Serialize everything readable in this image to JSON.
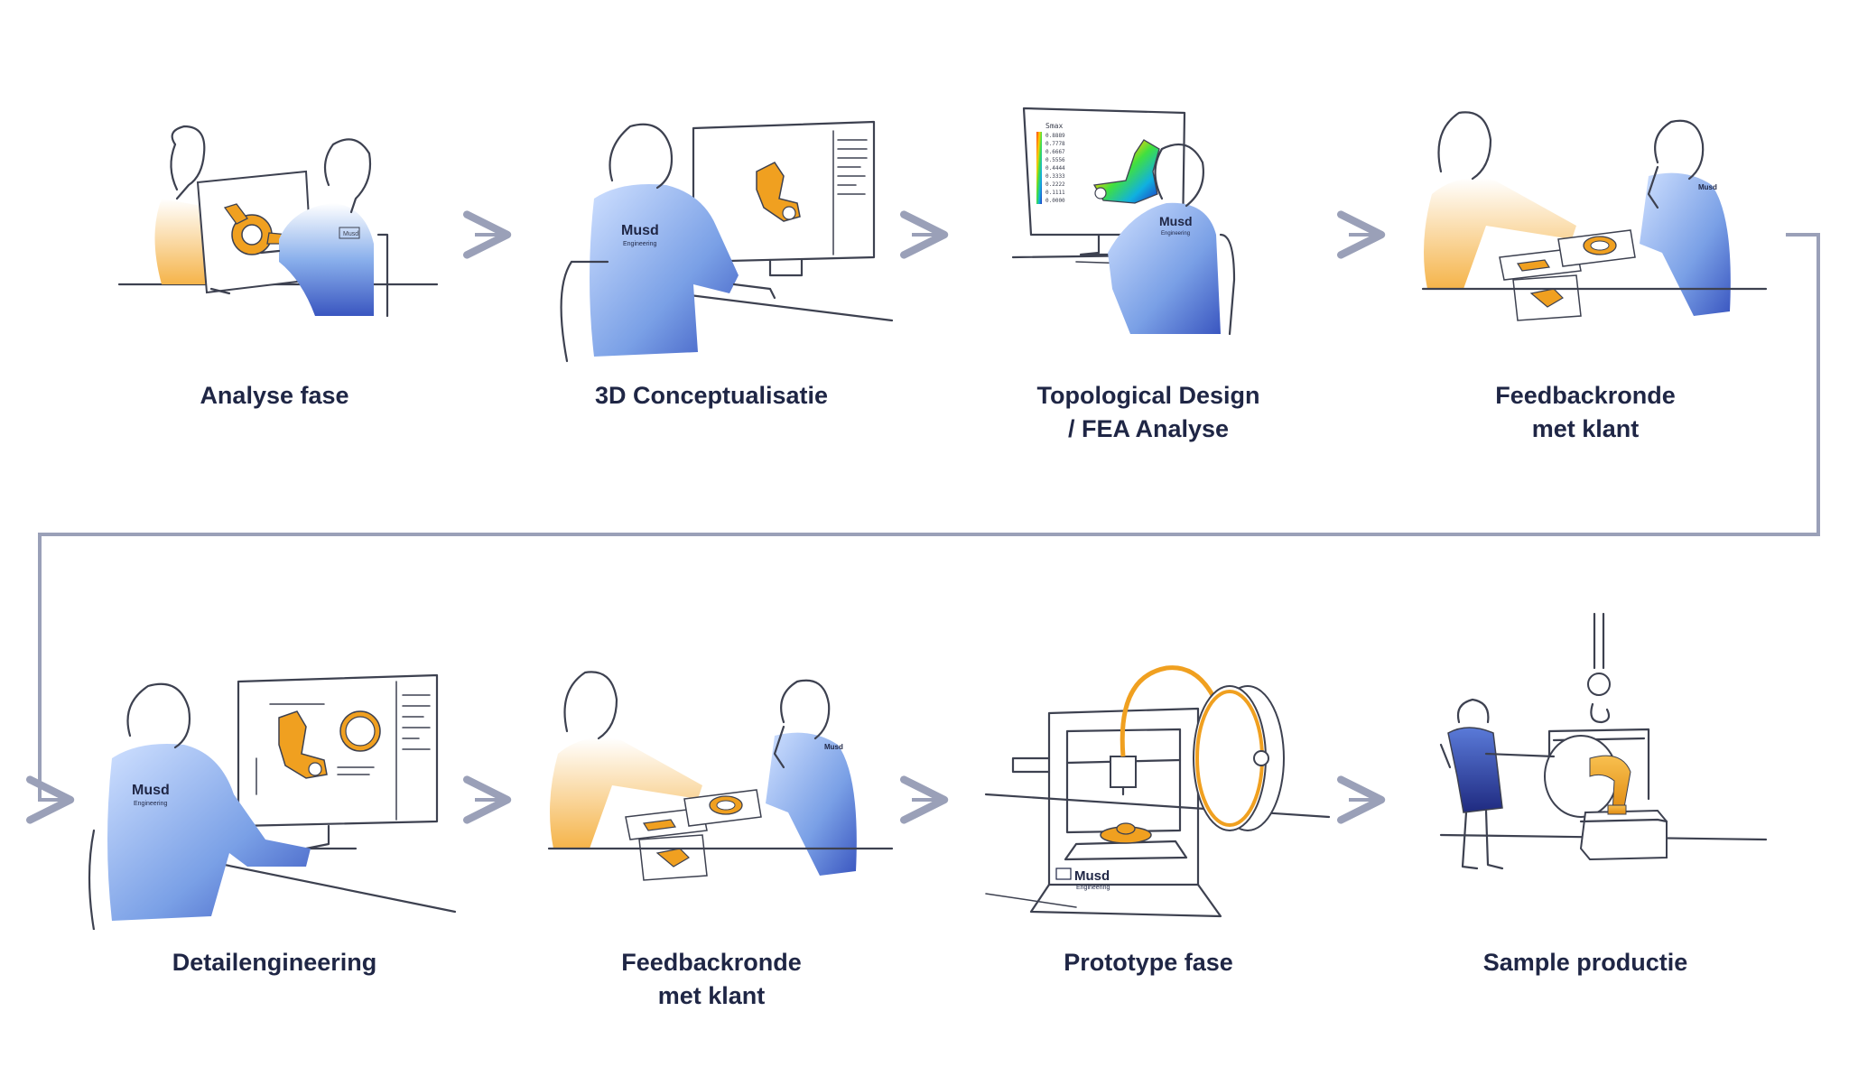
{
  "colors": {
    "background": "#ffffff",
    "label_text": "#1f2645",
    "connector": "#9aa0b8",
    "line_art": "#3d4150",
    "accent_blue": "#4f74d6",
    "accent_orange": "#f0a020"
  },
  "brand": {
    "name": "Musd",
    "subtitle": "Engineering"
  },
  "fea_legend": {
    "title": "Smax",
    "values": [
      "0.8889",
      "0.7778",
      "0.6667",
      "0.5556",
      "0.4444",
      "0.3333",
      "0.2222",
      "0.1111",
      "0.0000"
    ]
  },
  "steps": [
    {
      "id": "analyse",
      "line1": "Analyse fase",
      "line2": "",
      "icon": "meeting-illustration"
    },
    {
      "id": "concept",
      "line1": "3D Conceptualisatie",
      "line2": "",
      "icon": "cad-workstation-illustration"
    },
    {
      "id": "topology",
      "line1": "Topological Design",
      "line2": "/ FEA Analyse",
      "icon": "fea-monitor-illustration"
    },
    {
      "id": "feedback1",
      "line1": "Feedbackronde",
      "line2": "met klant",
      "icon": "client-review-illustration"
    },
    {
      "id": "detail",
      "line1": "Detailengineering",
      "line2": "",
      "icon": "engineering-workstation-illustration"
    },
    {
      "id": "feedback2",
      "line1": "Feedbackronde",
      "line2": "met klant",
      "icon": "client-review-illustration"
    },
    {
      "id": "prototype",
      "line1": "Prototype fase",
      "line2": "",
      "icon": "3d-printer-illustration"
    },
    {
      "id": "sample",
      "line1": "Sample productie",
      "line2": "",
      "icon": "metal-casting-illustration"
    }
  ]
}
